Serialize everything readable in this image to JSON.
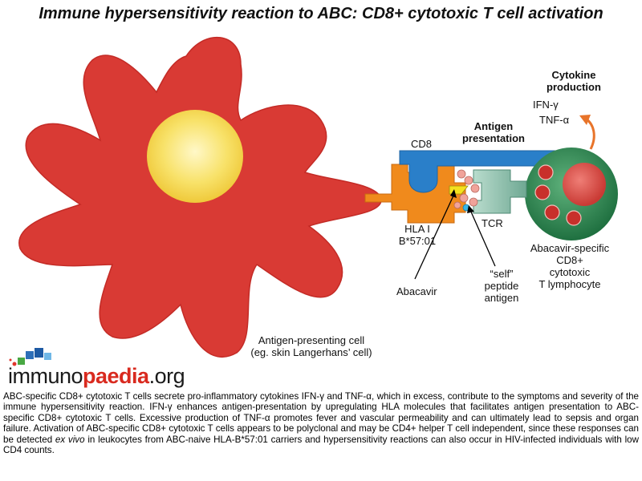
{
  "title": "Immune hypersensitivity reaction to ABC: CD8+ cytotoxic T cell activation",
  "labels": {
    "cytokine_production": [
      "Cytokine",
      "production"
    ],
    "ifn_gamma": "IFN-γ",
    "tnf_alpha": "TNF-α",
    "antigen_presentation": [
      "Antigen",
      "presentation"
    ],
    "cd8": "CD8",
    "hla": [
      "HLA I",
      "B*57:01"
    ],
    "tcr": "TCR",
    "t_cell": [
      "Abacavir-specific",
      "CD8+",
      "cytotoxic",
      "T lymphocyte"
    ],
    "self_peptide": [
      "“self”",
      "peptide",
      "antigen"
    ],
    "abacavir": "Abacavir",
    "apc": [
      "Antigen-presenting cell",
      "(eg. skin Langerhans’ cell)"
    ]
  },
  "logo": {
    "part1": "immuno",
    "part2": "paedia",
    "part3": ".org"
  },
  "caption": {
    "part1": "ABC-specific CD8+ cytotoxic T cells secrete pro-inflammatory cytokines IFN-γ and TNF-α, which in excess, contribute to the symptoms and severity of the immune hypersensitivity reaction. IFN-γ enhances antigen-presentation by upregulating HLA molecules that facilitates antigen presentation to ABC-specific CD8+ cytotoxic T cells. Excessive production of TNF-α promotes fever and vascular permeability and can ultimately lead to sepsis and organ failure. Activation of ABC-specific CD8+ cytotoxic T cells appears to be polyclonal and may be CD4+ helper T cell independent, since these responses can be detected ",
    "italic": "ex vivo",
    "part2": " in leukocytes from ABC-naive HLA-B*57:01 carriers and hypersensitivity reactions can also occur in HIV-infected individuals with low CD4 counts."
  },
  "colors": {
    "apc": "#d93a34",
    "nucleus": "#f3d646",
    "t_cell": "#2e8a4f",
    "t_nucleus": "#d94b44",
    "hla": "#f08a1c",
    "cd8": "#2a7fc9",
    "tcr": "#8fbfae",
    "arrow": "#e8742a"
  }
}
